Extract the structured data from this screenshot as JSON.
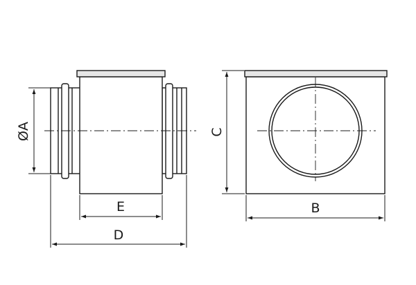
{
  "diagram": {
    "labels": {
      "diameter": "ØA",
      "width": "B",
      "height": "C",
      "overall_length": "D",
      "body_length": "E"
    },
    "colors": {
      "stroke": "#1a1a1a",
      "fill": "#ffffff",
      "lid_fill": "#e6e6e6",
      "dim_line": "#1a1a1a"
    }
  }
}
